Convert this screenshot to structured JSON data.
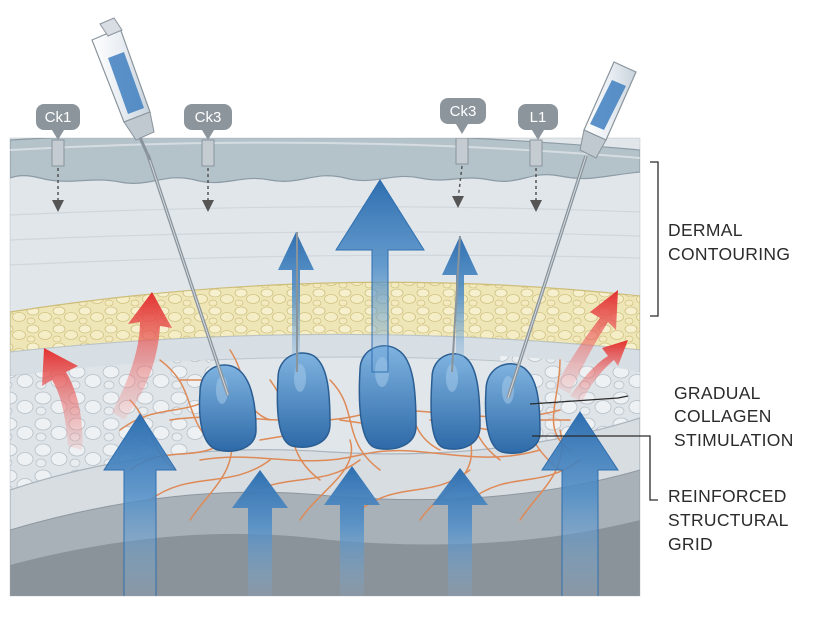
{
  "markers": [
    {
      "id": "ck1-left",
      "label": "Ck1"
    },
    {
      "id": "ck3-left",
      "label": "Ck3"
    },
    {
      "id": "ck3-right",
      "label": "Ck3"
    },
    {
      "id": "l1-right",
      "label": "L1"
    }
  ],
  "labels": {
    "dermal": [
      "DERMAL",
      "CONTOURING"
    ],
    "collagen": [
      "GRADUAL",
      "COLLAGEN",
      "STIMULATION"
    ],
    "grid": [
      "REINFORCED",
      "STRUCTURAL",
      "GRID"
    ]
  },
  "colors": {
    "skin_top": "#b6c4cc",
    "dermis": "#dde3e7",
    "fat": "#ede4b6",
    "deposit_blue": "#4f8fc6",
    "arrow_blue": "#2f74b4",
    "arrow_red": "#e33b3b",
    "collagen_fiber": "#dd8a55"
  }
}
